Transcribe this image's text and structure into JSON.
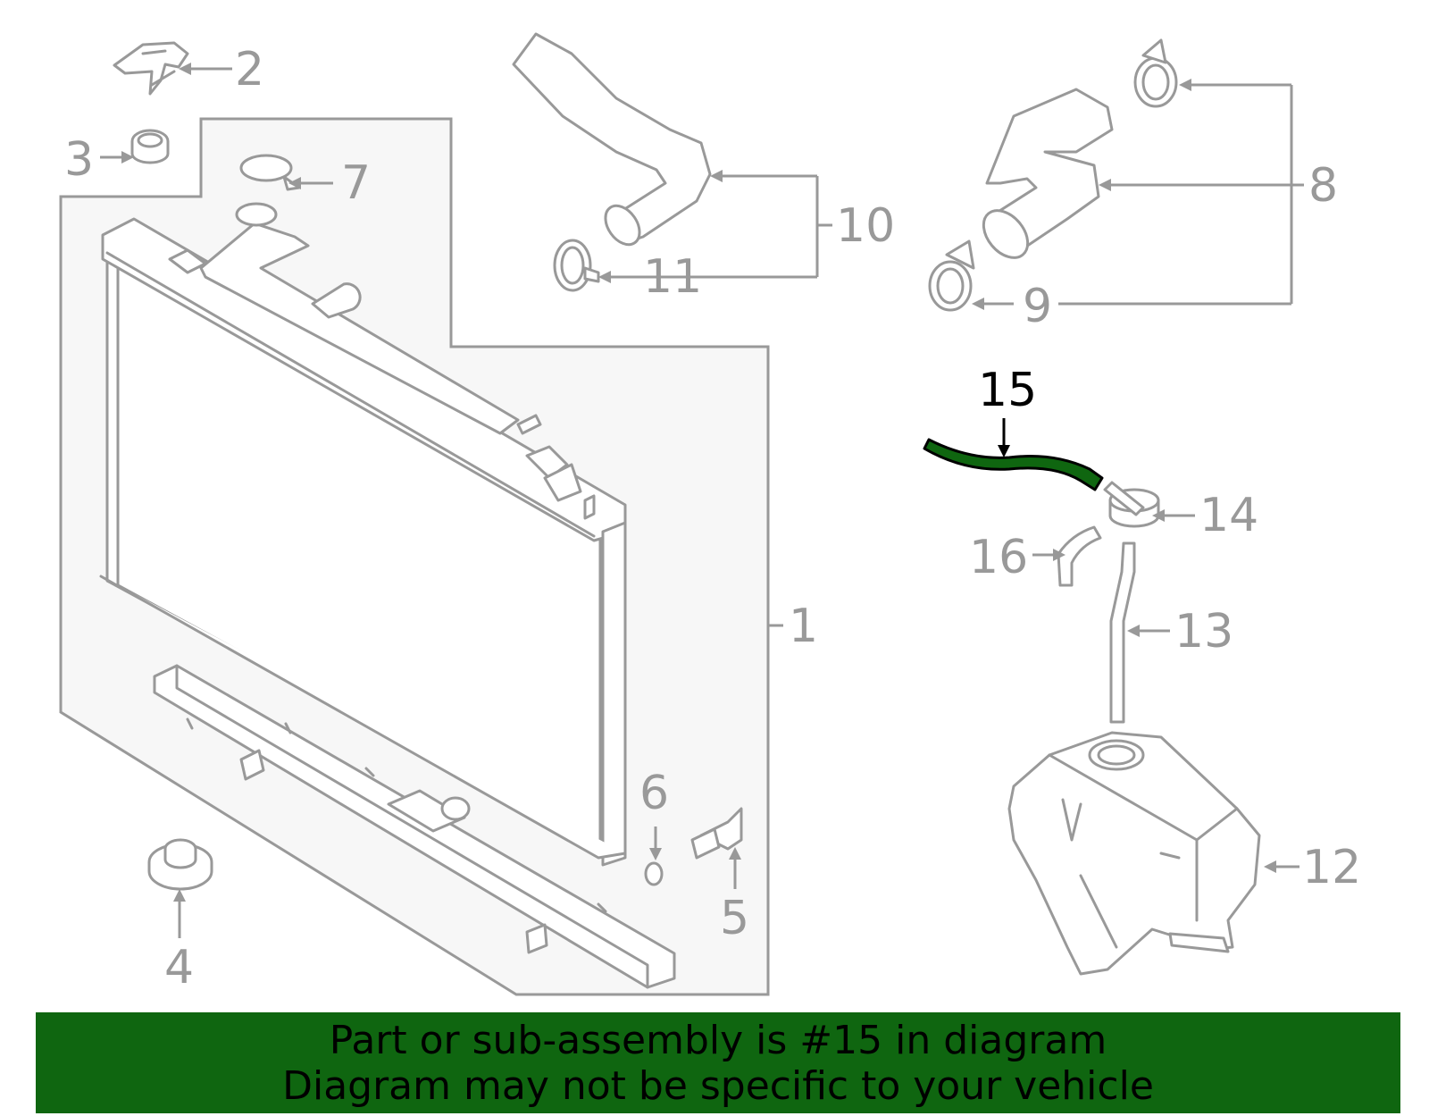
{
  "callouts": {
    "c1": "1",
    "c2": "2",
    "c3": "3",
    "c4": "4",
    "c5": "5",
    "c6": "6",
    "c7": "7",
    "c8": "8",
    "c9": "9",
    "c10": "10",
    "c11": "11",
    "c12": "12",
    "c13": "13",
    "c14": "14",
    "c15": "15",
    "c16": "16"
  },
  "highlight": {
    "part_number": "15",
    "color": "#0f6610"
  },
  "colors": {
    "part_stroke": "#999999",
    "assembly_fill": "#f7f7f7",
    "highlight_fill": "#0f6610",
    "banner_bg": "#0f6610",
    "banner_text": "#000000"
  },
  "banner": {
    "line1": "Part or sub-assembly is #15 in diagram",
    "line2": "Diagram may not be specific to your vehicle"
  }
}
